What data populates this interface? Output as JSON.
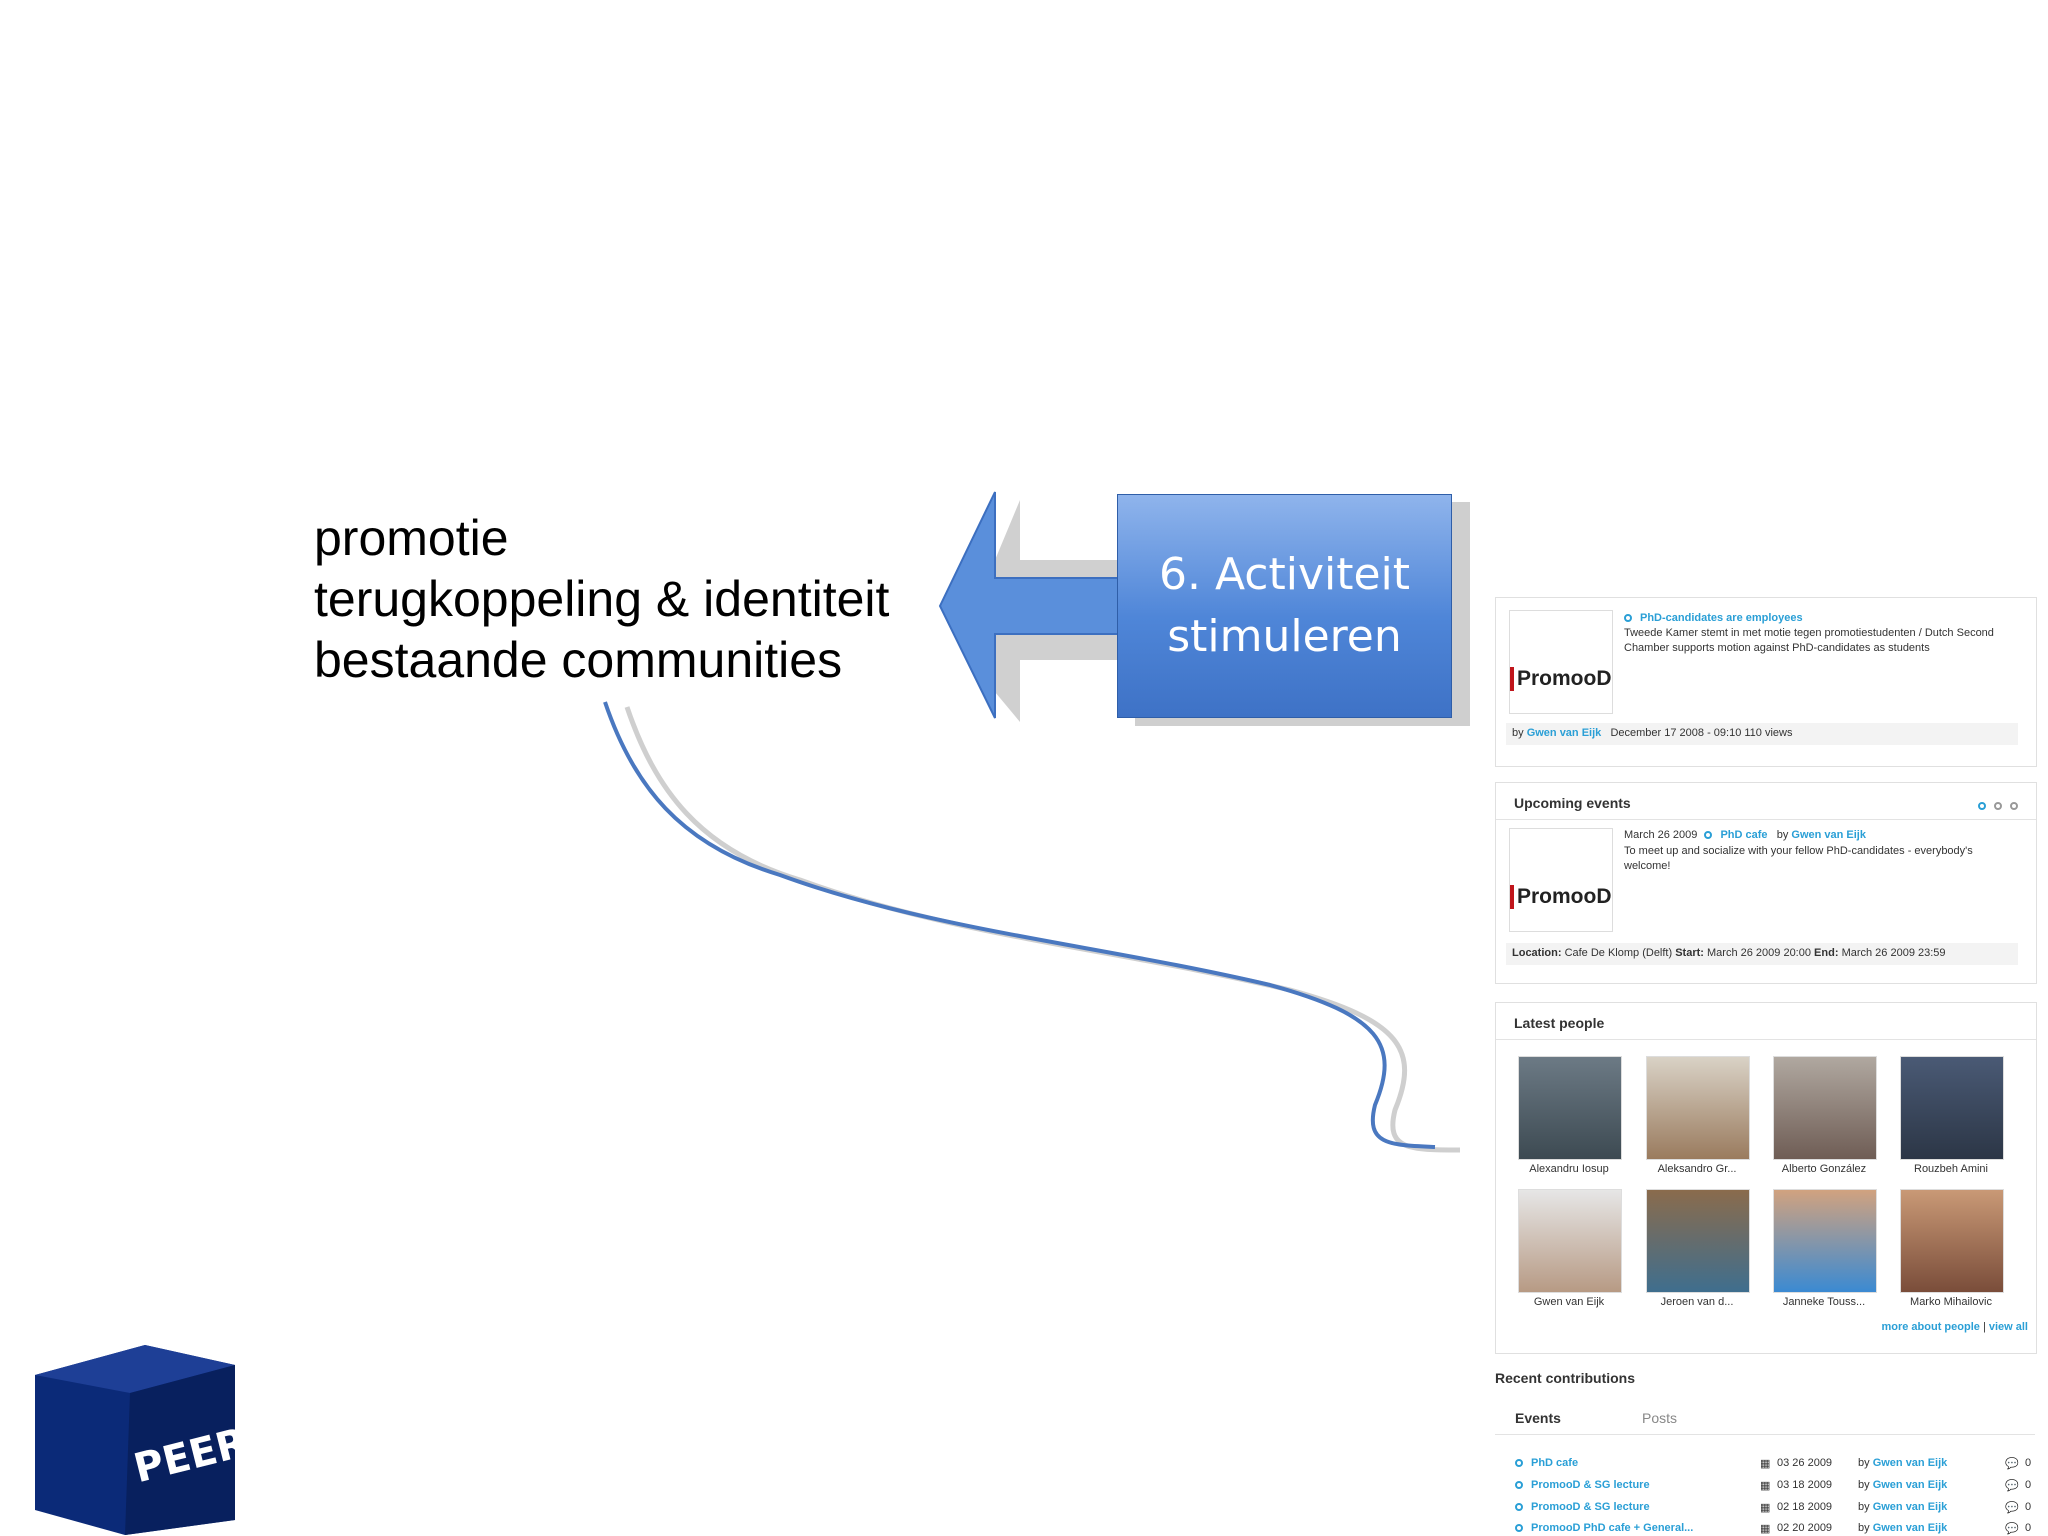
{
  "slide": {
    "bullets": [
      "promotie",
      "terugkoppeling & identiteit",
      "bestaande communities"
    ],
    "arrow_box_line1": "6. Activiteit",
    "arrow_box_line2": "stimuleren"
  },
  "news": {
    "logo_text": "PromooD",
    "title": "PhD-candidates are employees",
    "summary_line1": "Tweede Kamer stemt in met motie tegen promotiestudenten / Dutch Second",
    "summary_line2": "Chamber supports motion against PhD-candidates as students",
    "by": "by",
    "author": "Gwen van Eijk",
    "meta": "December 17 2008 - 09:10   110 views"
  },
  "events": {
    "tab": "Upcoming events",
    "date": "March 26 2009",
    "event_title": "PhD cafe",
    "by": "by",
    "author": "Gwen van Eijk",
    "desc_line1": "To meet up and socialize with your fellow PhD-candidates - everybody's",
    "desc_line2": "welcome!",
    "location_label": "Location:",
    "location_value": "Cafe De Klomp (Delft)",
    "start_label": "Start:",
    "start_value": "March 26 2009 20:00",
    "end_label": "End:",
    "end_value": "March 26 2009 23:59",
    "logo_text": "PromooD"
  },
  "people": {
    "tab": "Latest people",
    "names": [
      "Alexandru Iosup",
      "Aleksandro Gr...",
      "Alberto González",
      "Rouzbeh Amini",
      "Gwen van Eijk",
      "Jeroen van d...",
      "Janneke Touss...",
      "Marko Mihailovic"
    ],
    "more_link": "more about people",
    "separator": "|",
    "view_all": "view all"
  },
  "contributions": {
    "heading": "Recent contributions",
    "tab_events": "Events",
    "tab_posts": "Posts",
    "rows": [
      {
        "title": "PhD cafe",
        "date": "03 26 2009",
        "by": "by",
        "author": "Gwen van Eijk",
        "comments": "0"
      },
      {
        "title": "PromooD & SG lecture",
        "date": "03 18 2009",
        "by": "by",
        "author": "Gwen van Eijk",
        "comments": "0"
      },
      {
        "title": "PromooD & SG lecture",
        "date": "02 18 2009",
        "by": "by",
        "author": "Gwen van Eijk",
        "comments": "0"
      },
      {
        "title": "PromooD PhD cafe + General...",
        "date": "02 20 2009",
        "by": "by",
        "author": "Gwen van Eijk",
        "comments": "0"
      }
    ]
  },
  "brand": {
    "logo_text": "PEERS"
  },
  "colors": {
    "arrow_blue": "#4f86d8",
    "link_blue": "#2a9fd6",
    "cube_navy": "#0b2a78"
  }
}
